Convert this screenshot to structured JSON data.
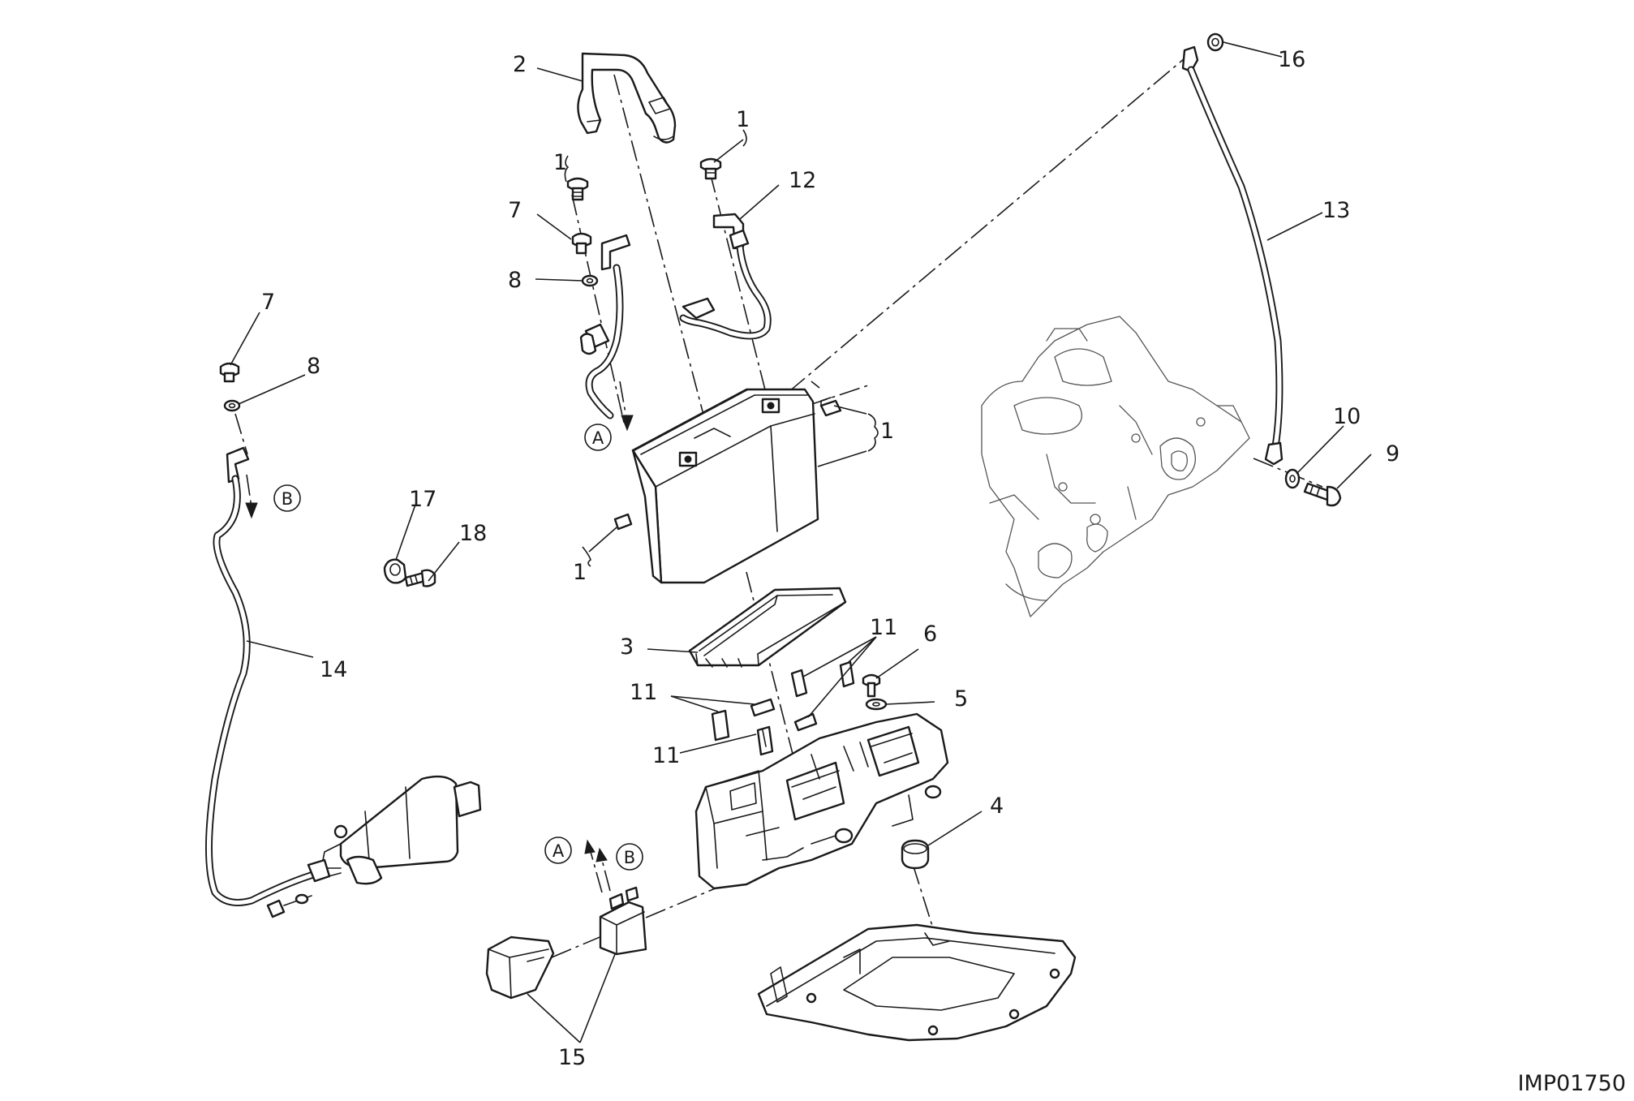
{
  "drawing_code": "IMP01750",
  "callouts": {
    "c1a": "1",
    "c1b": "1",
    "c1c": "1",
    "c1d": "1",
    "c2": "2",
    "c3": "3",
    "c4": "4",
    "c5": "5",
    "c6": "6",
    "c7a": "7",
    "c7b": "7",
    "c8a": "8",
    "c8b": "8",
    "c9": "9",
    "c10": "10",
    "c11a": "11",
    "c11b": "11",
    "c11c": "11",
    "c12": "12",
    "c13": "13",
    "c14": "14",
    "c15": "15",
    "c16": "16",
    "c17": "17",
    "c18": "18"
  },
  "references": {
    "a1": "A",
    "a2": "A",
    "b1": "B",
    "b2": "B"
  }
}
